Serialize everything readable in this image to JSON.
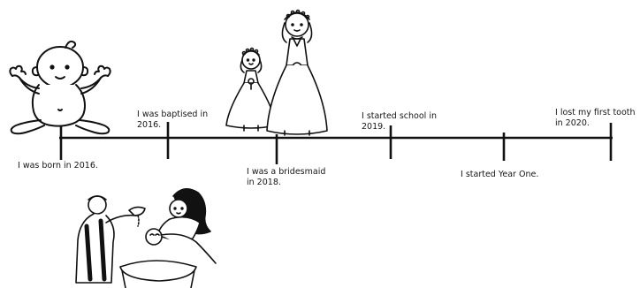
{
  "timeline": {
    "events": [
      {
        "id": "born",
        "lines": [
          "I was born in 2016."
        ]
      },
      {
        "id": "baptised",
        "lines": [
          "I was baptised in",
          "2016."
        ]
      },
      {
        "id": "bridesmaid",
        "lines": [
          "I was a bridesmaid",
          "in 2018."
        ]
      },
      {
        "id": "school",
        "lines": [
          "I started school in",
          "2019."
        ]
      },
      {
        "id": "yearone",
        "lines": [
          "I started Year One."
        ]
      },
      {
        "id": "tooth",
        "lines": [
          "I lost my first tooth",
          "in 2020."
        ]
      }
    ]
  },
  "pictures": {
    "baby": "baby-drawing",
    "bridesmaids": "bridesmaid-and-bride-drawing",
    "baptism": "baptism-drawing"
  },
  "colors": {
    "ink": "#111111",
    "background": "#ffffff"
  }
}
